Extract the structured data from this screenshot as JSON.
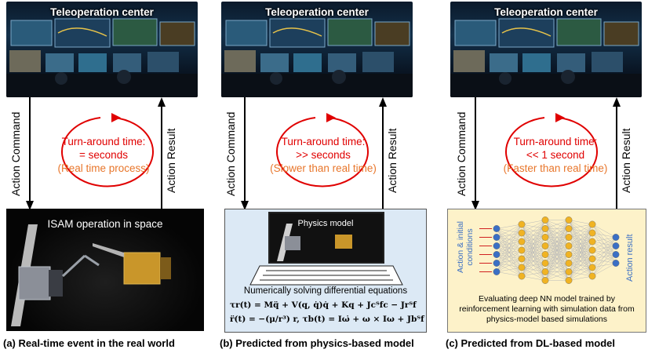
{
  "panels": [
    {
      "teleop_title": "Teleoperation center",
      "action_command": "Action Command",
      "action_result": "Action Result",
      "turn_label": "Turn-around time:",
      "turn_value": "= seconds",
      "turn_note": "(Real time process)",
      "bottom_title": "ISAM operation in space",
      "caption": "(a) Real-time event in the real world"
    },
    {
      "teleop_title": "Teleoperation center",
      "action_command": "Action Command",
      "action_result": "Action Result",
      "turn_label": "Turn-around time:",
      "turn_value": ">> seconds",
      "turn_note": "(Slower than real time)",
      "bottom_title": "Physics model",
      "bottom_subtitle": "Numerically solving differential equations",
      "eq1": "τr(t) = Mq̈ + V(q, q̇)q̇ + Kq + Jcᵀfc − Jrᵀf",
      "eq2": "r̈(t) = −(μ/r³) r,   τb(t) = Iω̇ + ω × Iω + Jbᵀf",
      "caption": "(b) Predicted from physics-based model"
    },
    {
      "teleop_title": "Teleoperation center",
      "action_command": "Action Command",
      "action_result": "Action Result",
      "turn_label": "Turn-around time:",
      "turn_value": "<< 1 second",
      "turn_note": "(Faster than real time)",
      "nn_input_label": "Action & initial conditions",
      "nn_output_label": "Action result",
      "bottom_desc": "Evaluating deep NN model trained by reinforcement learning with simulation data from physics-model based simulations",
      "caption": "(c) Predicted from DL-based model"
    }
  ],
  "colors": {
    "cycle_arrow": "#e00000",
    "turn_note": "#e8762b",
    "nn_input": "#3b6fc4",
    "nn_hidden": "#f0b323",
    "nn_output": "#3b6fc4"
  }
}
